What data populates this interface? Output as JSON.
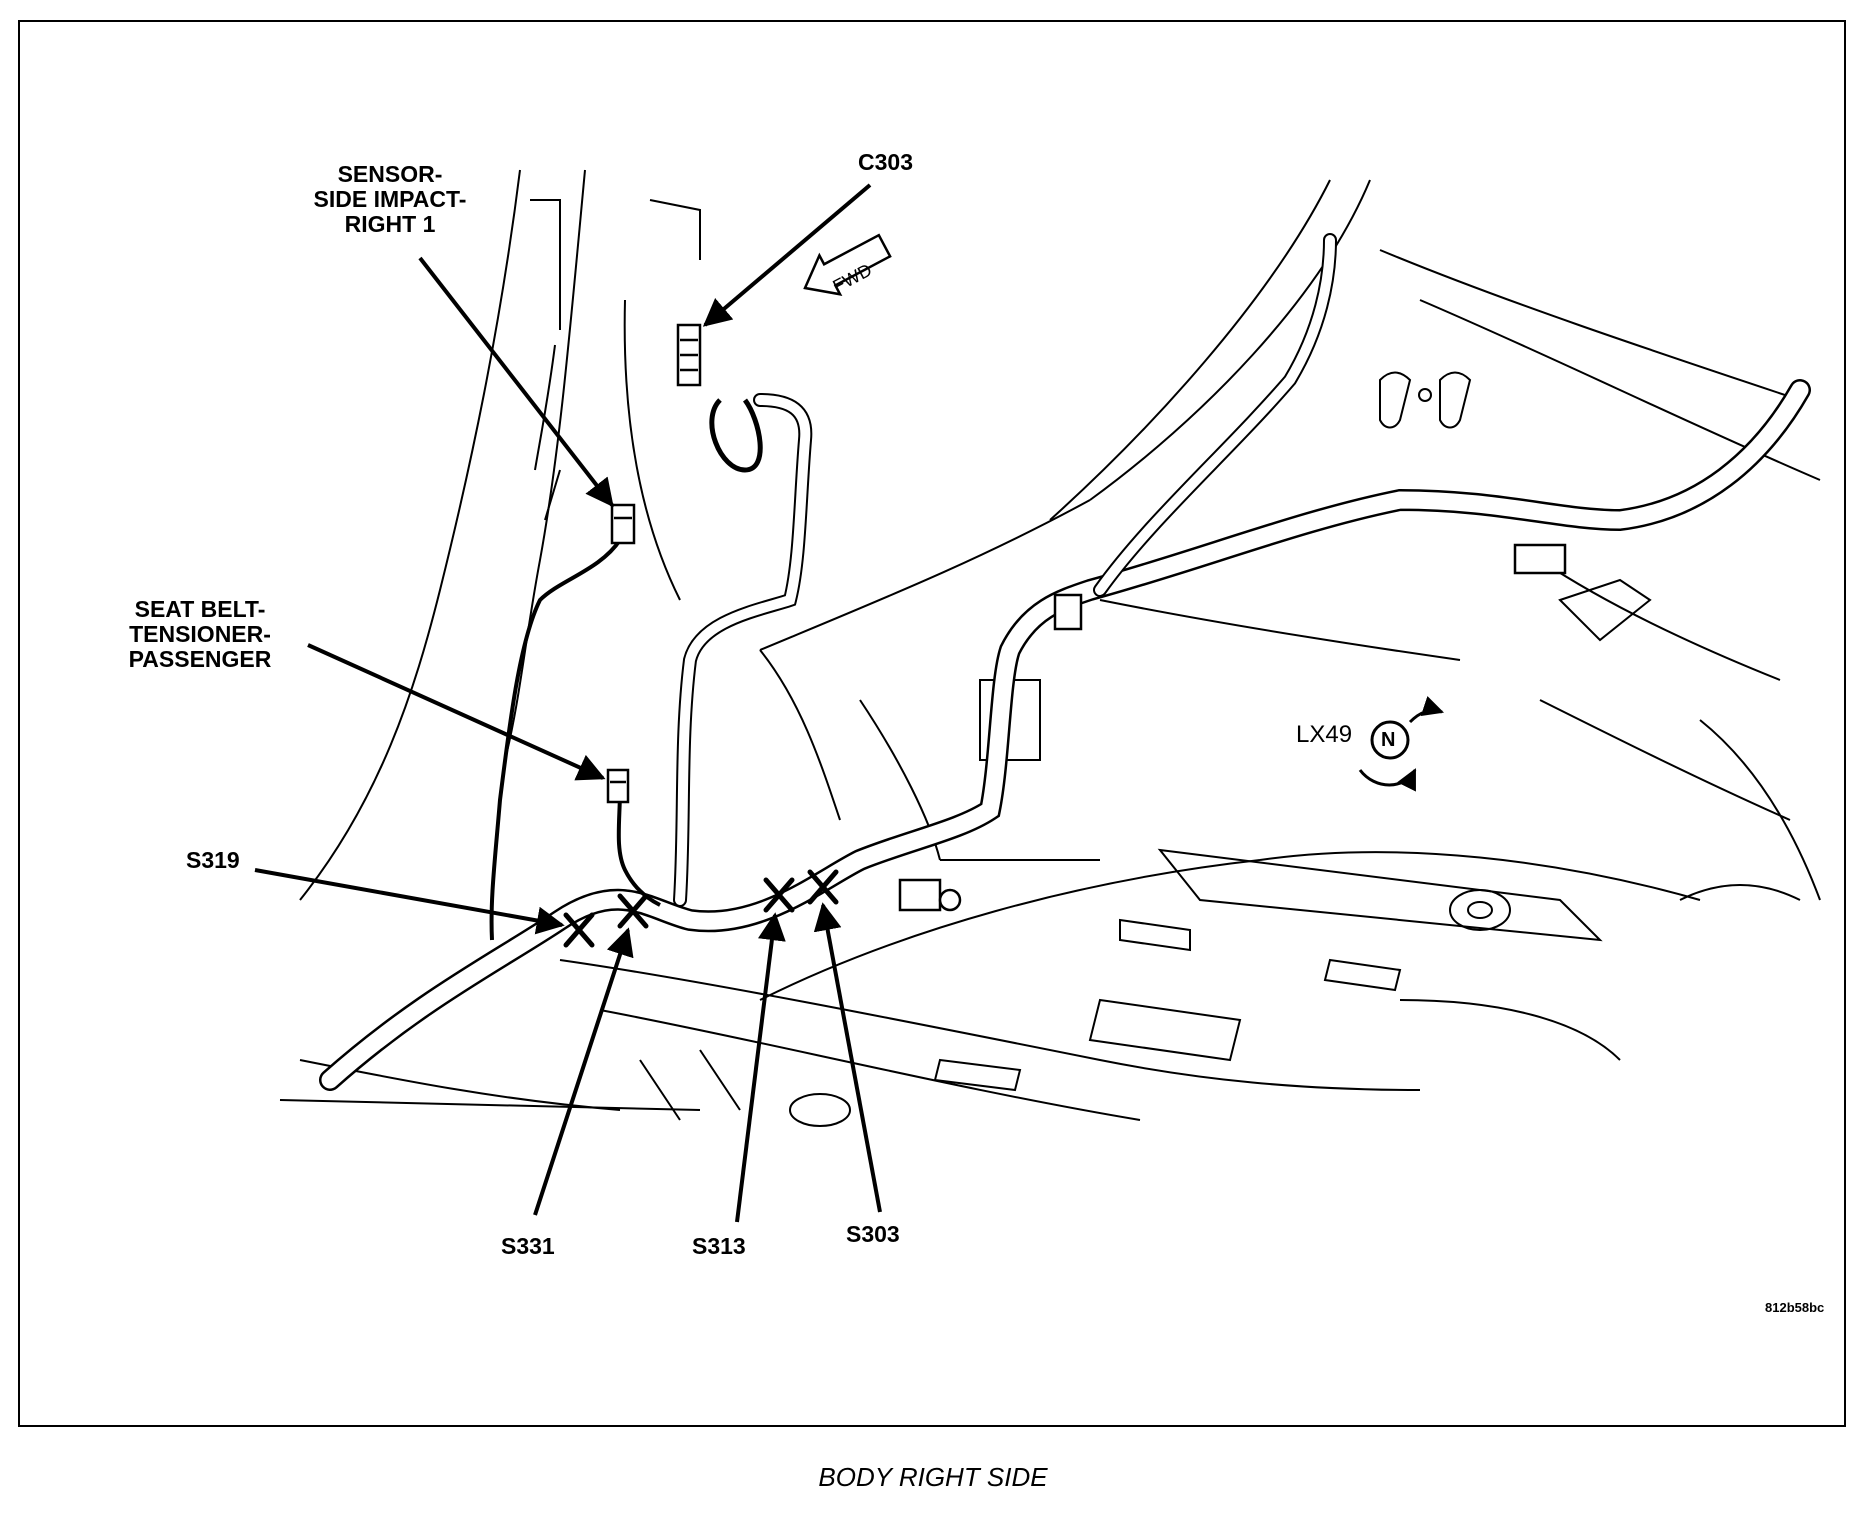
{
  "figure": {
    "caption": "BODY RIGHT SIDE",
    "reference_code": "812b58bc"
  },
  "callouts": {
    "sensor_side_impact": "SENSOR-\nSIDE IMPACT-\nRIGHT 1",
    "c303": "C303",
    "seat_belt_tensioner": "SEAT BELT-\nTENSIONER-\nPASSENGER",
    "s319": "S319",
    "s331": "S331",
    "s313": "S313",
    "s303": "S303"
  },
  "indicators": {
    "fwd": "FWD",
    "view_code": "LX49",
    "view_letter": "N"
  }
}
